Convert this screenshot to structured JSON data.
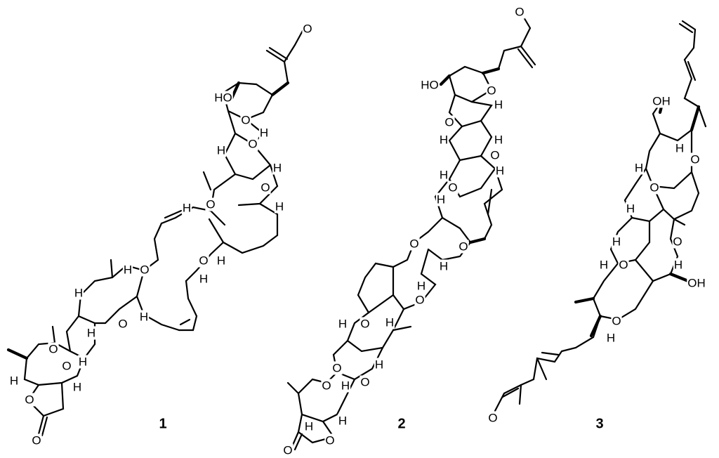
{
  "figure": {
    "compound_labels": [
      "1",
      "2",
      "3"
    ],
    "atom_labels": {
      "oxygen": "O",
      "hydrogen": "H",
      "hydroxyl_left": "HO",
      "hydroxyl_right": "OH"
    }
  }
}
